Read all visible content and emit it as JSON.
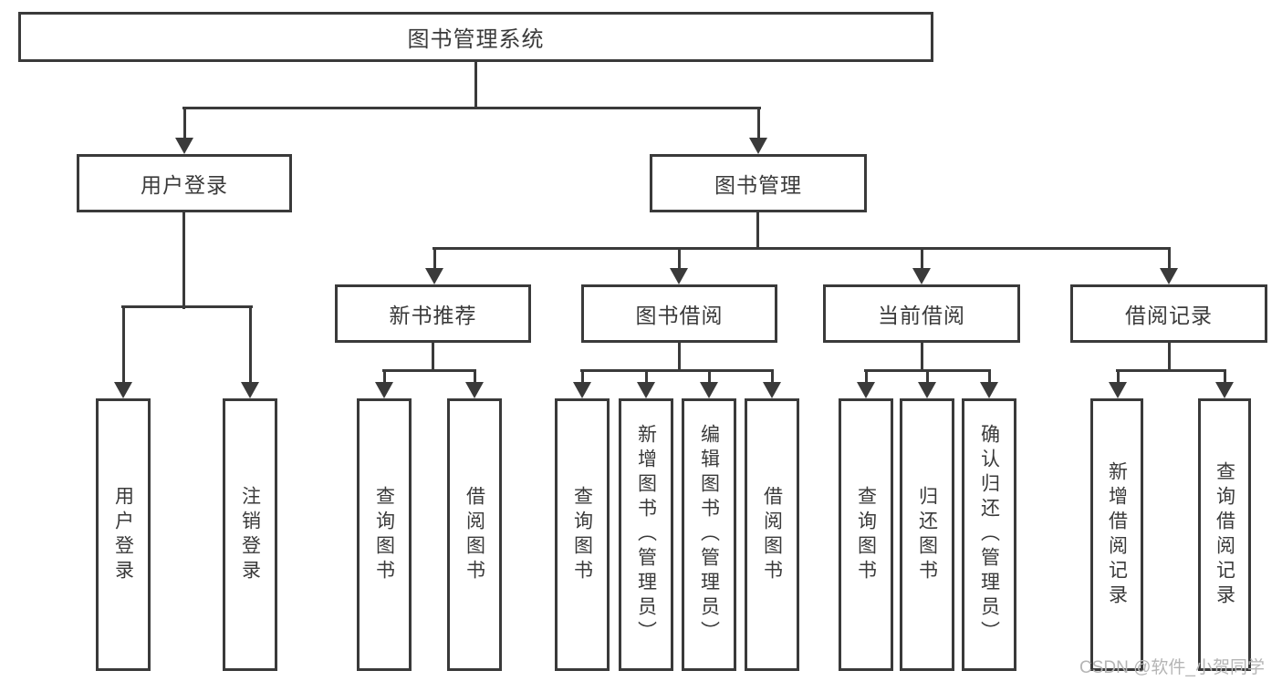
{
  "tree": {
    "label": "图书管理系统",
    "children": [
      {
        "label": "用户登录",
        "children": [
          {
            "label": "用户登录"
          },
          {
            "label": "注销登录"
          }
        ]
      },
      {
        "label": "图书管理",
        "children": [
          {
            "label": "新书推荐",
            "children": [
              {
                "label": "查询图书"
              },
              {
                "label": "借阅图书"
              }
            ]
          },
          {
            "label": "图书借阅",
            "children": [
              {
                "label": "查询图书"
              },
              {
                "label": "新增图书（管理员）"
              },
              {
                "label": "编辑图书（管理员）"
              },
              {
                "label": "借阅图书"
              }
            ]
          },
          {
            "label": "当前借阅",
            "children": [
              {
                "label": "查询图书"
              },
              {
                "label": "归还图书"
              },
              {
                "label": "确认归还（管理员）"
              }
            ]
          },
          {
            "label": "借阅记录",
            "children": [
              {
                "label": "新增借阅记录"
              },
              {
                "label": "查询借阅记录"
              }
            ]
          }
        ]
      }
    ]
  },
  "watermark": {
    "text": "CSDN @软件_小贺同学"
  },
  "colors": {
    "background": "#ffffff",
    "box_fill": "#ffffff",
    "box_border": "#3a3a3a",
    "line": "#3a3a3a",
    "text": "#3a3a3a",
    "watermark": "#b5b5b5"
  }
}
